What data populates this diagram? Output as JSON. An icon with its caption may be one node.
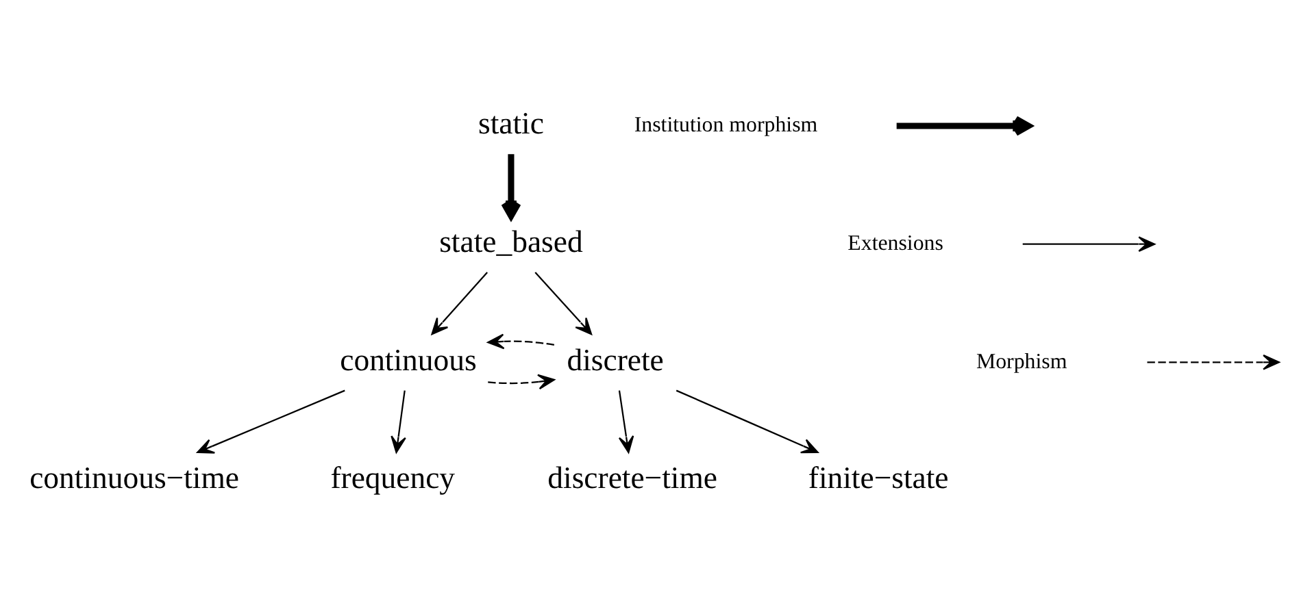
{
  "diagram": {
    "nodes": [
      {
        "text": [
          "static"
        ]
      },
      {
        "text": [
          "state_based"
        ]
      },
      {
        "text": [
          "continuous"
        ]
      },
      {
        "text": [
          "discrete"
        ]
      },
      {
        "text": [
          "continuous−time"
        ]
      },
      {
        "text": [
          "frequency"
        ]
      },
      {
        "text": [
          "discrete−time"
        ]
      },
      {
        "text": [
          "finite−state"
        ]
      }
    ],
    "edges": [
      {
        "from": 0,
        "to": 1,
        "arrow": "to",
        "style": "thick"
      },
      {
        "from": 1,
        "to": 2,
        "arrow": "to"
      },
      {
        "from": 1,
        "to": 3,
        "arrow": "to"
      },
      {
        "from": 2,
        "to": 3,
        "arrow": "to",
        "style": "dashed"
      },
      {
        "from": 3,
        "to": 2,
        "arrow": "to",
        "style": "dashed"
      },
      {
        "from": 2,
        "to": 4,
        "arrow": "to"
      },
      {
        "from": 2,
        "to": 5,
        "arrow": "to"
      },
      {
        "from": 3,
        "to": 6,
        "arrow": "to"
      },
      {
        "from": 3,
        "to": 7,
        "arrow": "to"
      }
    ],
    "legend": [
      {
        "text": "Institution morphism"
      },
      {
        "text": "Extensions"
      },
      {
        "text": "Morphism"
      }
    ]
  }
}
